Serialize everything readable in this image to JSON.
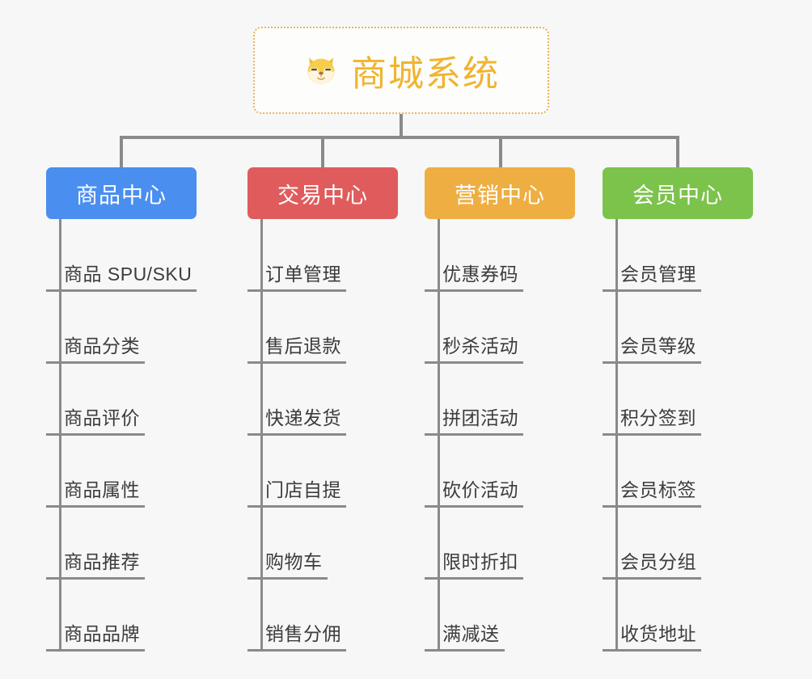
{
  "background_color": "#f7f7f7",
  "root": {
    "title": "商城系统",
    "icon": "shiba-dog-face-icon",
    "text_color": "#f0b42f",
    "border_color": "#e8b45a"
  },
  "connector_color": "#8a8a8a",
  "columns": [
    {
      "id": "product-center",
      "label": "商品中心",
      "color": "#4a8ef0",
      "items": [
        "商品 SPU/SKU",
        "商品分类",
        "商品评价",
        "商品属性",
        "商品推荐",
        "商品品牌"
      ]
    },
    {
      "id": "trade-center",
      "label": "交易中心",
      "color": "#e05c5c",
      "items": [
        "订单管理",
        "售后退款",
        "快递发货",
        "门店自提",
        "购物车",
        "销售分佣"
      ]
    },
    {
      "id": "marketing-center",
      "label": "营销中心",
      "color": "#eeae41",
      "items": [
        "优惠券码",
        "秒杀活动",
        "拼团活动",
        "砍价活动",
        "限时折扣",
        "满减送"
      ]
    },
    {
      "id": "member-center",
      "label": "会员中心",
      "color": "#7cc34b",
      "items": [
        "会员管理",
        "会员等级",
        "积分签到",
        "会员标签",
        "会员分组",
        "收货地址"
      ]
    }
  ]
}
